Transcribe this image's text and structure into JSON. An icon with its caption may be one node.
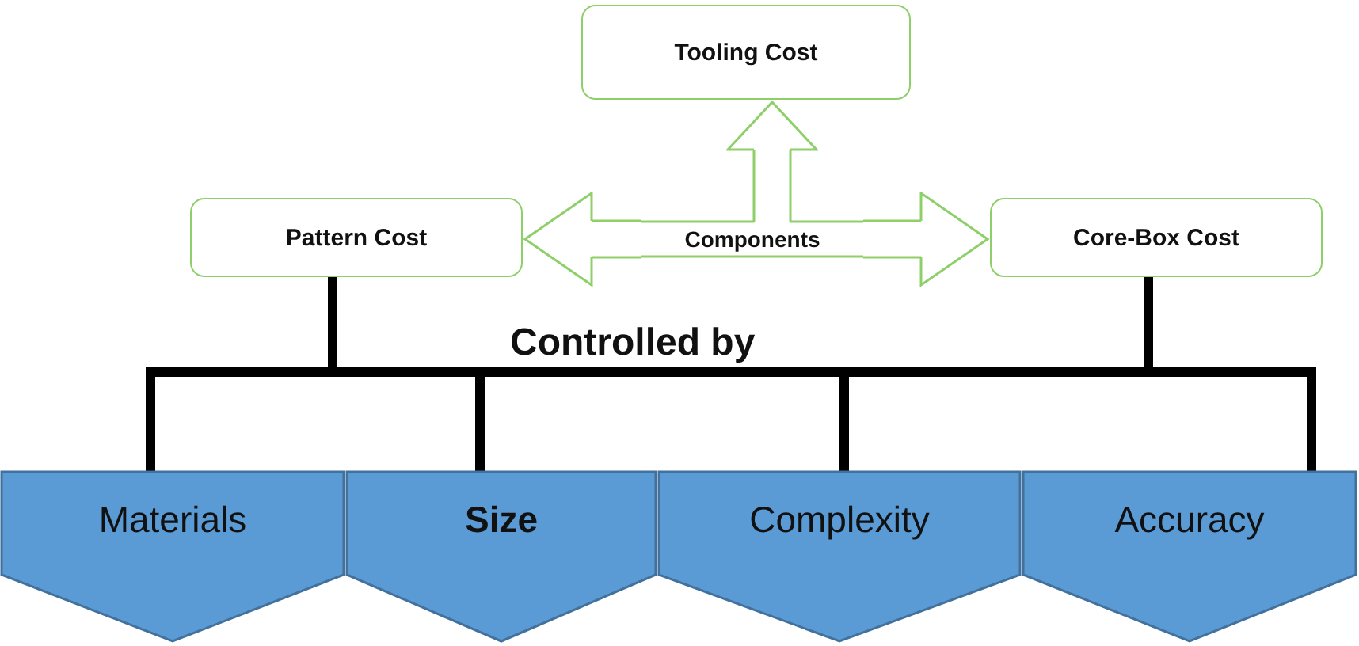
{
  "diagram": {
    "nodes": [
      {
        "text": [
          "Tooling Cost"
        ]
      },
      {
        "text": [
          "Pattern Cost"
        ]
      },
      {
        "text": [
          "Core-Box Cost"
        ]
      },
      {
        "text": [
          "Components"
        ]
      },
      {
        "text": [
          "Materials"
        ]
      },
      {
        "text": [
          "Size"
        ]
      },
      {
        "text": [
          "Complexity"
        ]
      },
      {
        "text": [
          "Accuracy"
        ]
      }
    ],
    "edges": [
      {
        "from": 3,
        "to": 0,
        "arrow": "to",
        "color": "#8fcf6a"
      },
      {
        "from": 3,
        "to": 1,
        "arrow": "to",
        "color": "#8fcf6a"
      },
      {
        "from": 3,
        "to": 2,
        "arrow": "to",
        "color": "#8fcf6a"
      },
      {
        "from": 1,
        "to": 4,
        "arrow": "none"
      },
      {
        "from": 1,
        "to": 5,
        "arrow": "none"
      },
      {
        "from": 1,
        "to": 6,
        "arrow": "none"
      },
      {
        "from": 1,
        "to": 7,
        "arrow": "none"
      },
      {
        "from": 2,
        "to": 4,
        "arrow": "none"
      },
      {
        "from": 2,
        "to": 5,
        "arrow": "none"
      },
      {
        "from": 2,
        "to": 6,
        "arrow": "none"
      },
      {
        "from": 2,
        "to": 7,
        "arrow": "none"
      }
    ],
    "labels": [
      "Controlled by"
    ]
  }
}
